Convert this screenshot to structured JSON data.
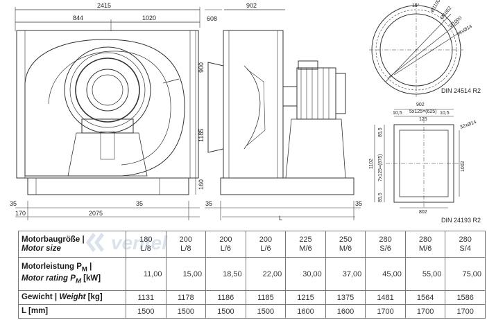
{
  "drawing": {
    "dims_top": {
      "total_width": "2415",
      "left_part": "844",
      "right_part": "1020",
      "side_width": "608",
      "inlet_width": "902"
    },
    "dims_left": {
      "upper_height": "900",
      "lower_height": "1185",
      "base_height": "160"
    },
    "dims_bottom": {
      "left_offset": "35",
      "left_base": "170",
      "base_length": "2075",
      "right_offset": "35",
      "motor_offset": "35",
      "motor_end_offset": "35",
      "length_symbol": "L"
    },
    "flange_round": {
      "angle": "15°",
      "d1": "Ø1100",
      "d2": "Ø1062",
      "d3": "Ø1000",
      "holes": "24xØ14",
      "standard": "DIN 24514 R2"
    },
    "flange_rect": {
      "width_top": "902",
      "edge_a": "10,5",
      "pitch_top": "5x125=(625)",
      "edge_b": "10,5",
      "pitch_125": "125",
      "holes": "32xØ14",
      "edge_left": "85,5",
      "pitch_left": "7x125=(875)",
      "edge_left_b": "85,5",
      "height_outer": "1102",
      "height_inner": "1002",
      "width_bottom": "802",
      "standard": "DIN 24193 R2"
    }
  },
  "table": {
    "rows": [
      {
        "head_de": "Motorbaugröße |",
        "head_en": "Motor size",
        "values": [
          [
            "180",
            "L/8"
          ],
          [
            "200",
            "L/8"
          ],
          [
            "200",
            "L/6"
          ],
          [
            "200",
            "L/6"
          ],
          [
            "225",
            "M/6"
          ],
          [
            "250",
            "M/6"
          ],
          [
            "280",
            "S/6"
          ],
          [
            "280",
            "M/6"
          ],
          [
            "280",
            "S/4"
          ]
        ]
      },
      {
        "head_de": "Motorleistung P",
        "head_de_sub": "M",
        "head_de_tail": " |",
        "head_en": "Motor rating P",
        "head_en_sub": "M",
        "head_en_tail": " [kW]",
        "values": [
          "11,00",
          "15,00",
          "18,50",
          "22,00",
          "30,00",
          "37,00",
          "45,00",
          "55,00",
          "75,00"
        ]
      },
      {
        "head_de": "Gewicht | ",
        "head_en": "Weight",
        "head_unit": " [kg]",
        "values": [
          "1131",
          "1178",
          "1186",
          "1185",
          "1215",
          "1375",
          "1481",
          "1564",
          "1586"
        ]
      },
      {
        "head_de": "L [mm]",
        "values": [
          "1500",
          "1500",
          "1500",
          "1500",
          "1600",
          "1600",
          "1700",
          "1700",
          "1700"
        ]
      }
    ]
  },
  "watermark": {
    "text": "ventel"
  }
}
